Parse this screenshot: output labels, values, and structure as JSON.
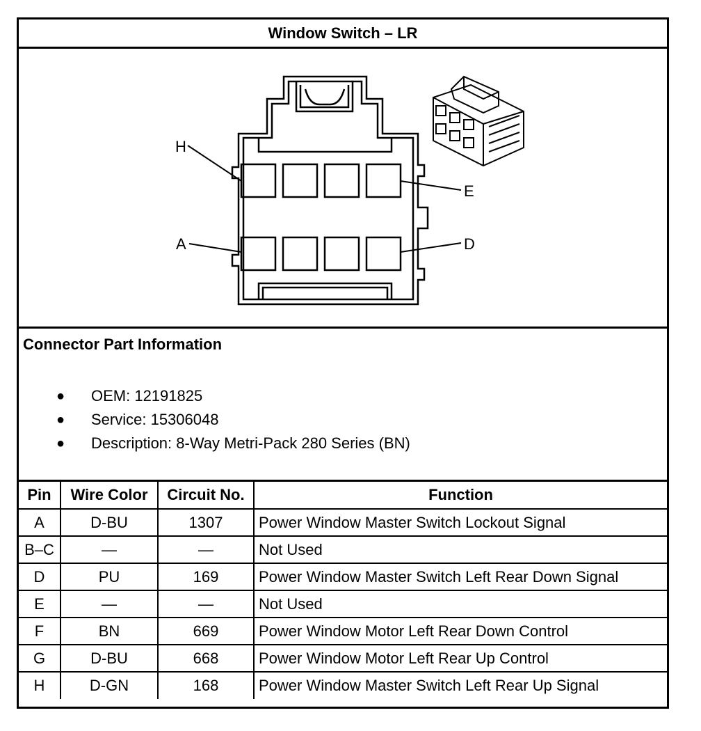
{
  "title": "Window Switch – LR",
  "diagram": {
    "pin_labels": {
      "H": "H",
      "E": "E",
      "A": "A",
      "D": "D"
    }
  },
  "info": {
    "heading": "Connector Part Information",
    "items": [
      "OEM: 12191825",
      "Service: 15306048",
      "Description: 8-Way Metri-Pack 280 Series (BN)"
    ]
  },
  "table": {
    "headers": [
      "Pin",
      "Wire Color",
      "Circuit No.",
      "Function"
    ],
    "rows": [
      [
        "A",
        "D-BU",
        "1307",
        "Power Window Master Switch Lockout Signal"
      ],
      [
        "B–C",
        "—",
        "—",
        "Not Used"
      ],
      [
        "D",
        "PU",
        "169",
        "Power Window Master Switch Left Rear Down Signal"
      ],
      [
        "E",
        "—",
        "—",
        "Not Used"
      ],
      [
        "F",
        "BN",
        "669",
        "Power Window Motor Left Rear Down Control"
      ],
      [
        "G",
        "D-BU",
        "668",
        "Power Window Motor Left Rear Up Control"
      ],
      [
        "H",
        "D-GN",
        "168",
        "Power Window Master Switch Left Rear Up Signal"
      ]
    ]
  }
}
